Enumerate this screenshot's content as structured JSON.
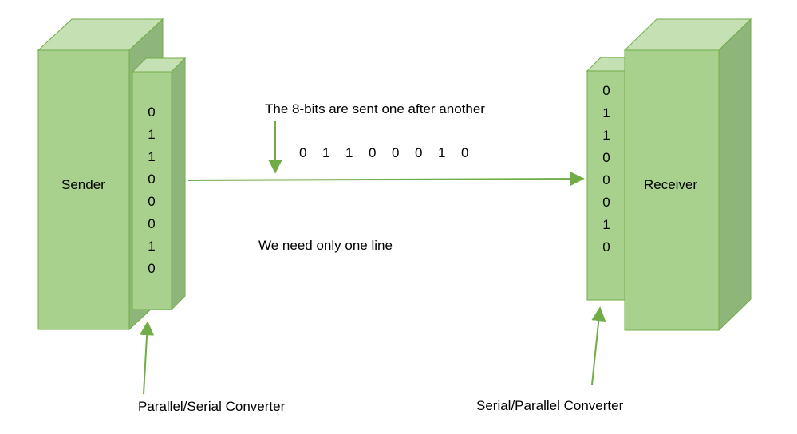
{
  "colors": {
    "front": "#a9d18e",
    "top": "#c5e0b3",
    "side": "#8fb67a",
    "stroke": "#70ad47",
    "arrow": "#70ad47",
    "text": "#000000"
  },
  "sender": {
    "label": "Sender"
  },
  "receiver": {
    "label": "Receiver"
  },
  "sender_converter": {
    "bits": [
      "0",
      "1",
      "1",
      "0",
      "0",
      "0",
      "1",
      "0"
    ],
    "caption": "Parallel/Serial Converter"
  },
  "receiver_converter": {
    "bits": [
      "0",
      "1",
      "1",
      "0",
      "0",
      "0",
      "1",
      "0"
    ],
    "caption": "Serial/Parallel Converter"
  },
  "line": {
    "top_note": "The 8-bits are sent one after another",
    "stream_bits": [
      "0",
      "1",
      "1",
      "0",
      "0",
      "0",
      "1",
      "0"
    ],
    "bottom_note": "We need only one line"
  }
}
